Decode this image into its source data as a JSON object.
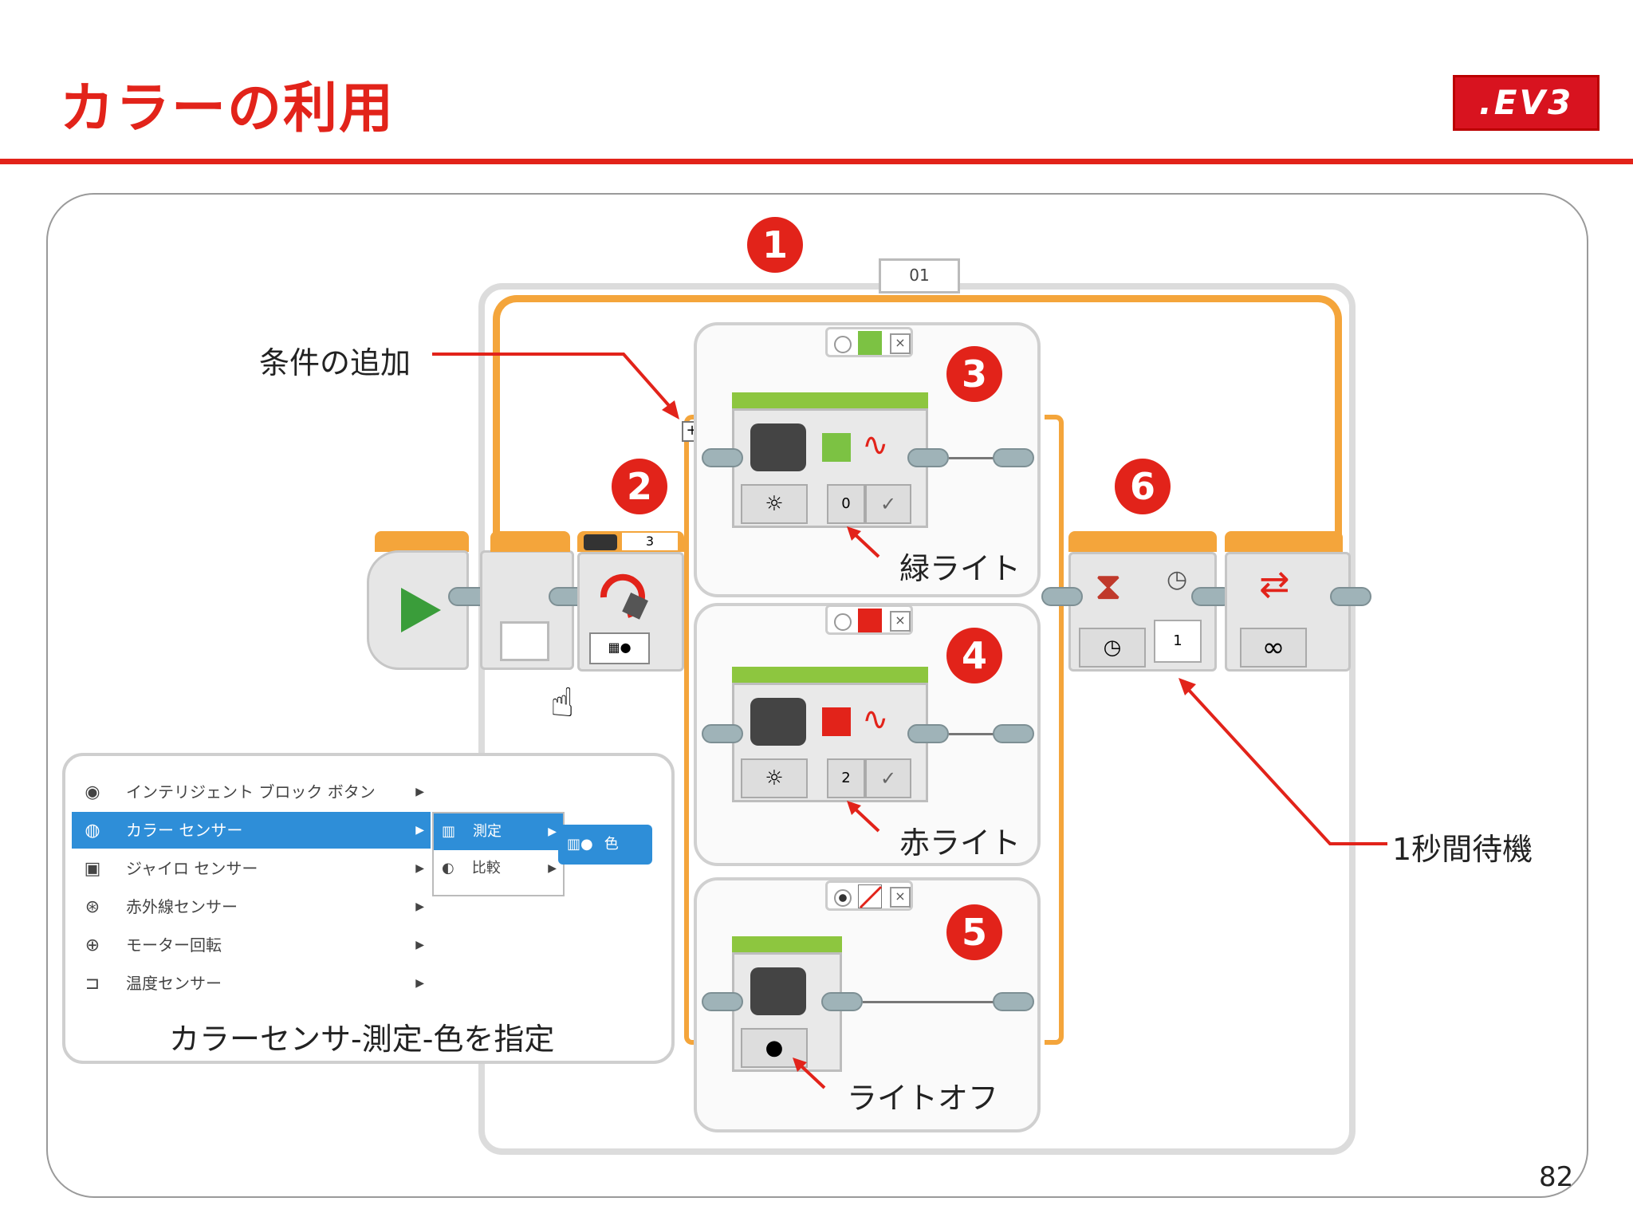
{
  "slide": {
    "title": "カラーの利用",
    "logo": ".EV3",
    "page_number": "82"
  },
  "loop": {
    "counter_label": "01"
  },
  "switch_block": {
    "port": "3"
  },
  "steps": [
    "1",
    "2",
    "3",
    "4",
    "5",
    "6"
  ],
  "cases": [
    {
      "indicator": "radio-empty",
      "swatch_color": "#7cc243",
      "light_color": "#7cc243",
      "port_value": "0",
      "note": "緑ライト"
    },
    {
      "indicator": "radio-empty",
      "swatch_color": "#e2231a",
      "light_color": "#e2231a",
      "port_value": "2",
      "note": "赤ライト"
    },
    {
      "indicator": "radio-selected",
      "swatch_color": "none",
      "note": "ライトオフ"
    }
  ],
  "wait_block": {
    "seconds": "1"
  },
  "annotations": {
    "add_condition": "条件の追加",
    "wait_one_second": "1秒間待機",
    "menu_caption": "カラーセンサ-測定-色を指定"
  },
  "menu": {
    "items": [
      {
        "label": "インテリジェント ブロック ボタン",
        "icon": "brick-button-icon",
        "selected": false
      },
      {
        "label": "カラー センサー",
        "icon": "color-sensor-icon",
        "selected": true
      },
      {
        "label": "ジャイロ センサー",
        "icon": "gyro-sensor-icon",
        "selected": false
      },
      {
        "label": "赤外線センサー",
        "icon": "infrared-sensor-icon",
        "selected": false
      },
      {
        "label": "モーター回転",
        "icon": "motor-rotation-icon",
        "selected": false
      },
      {
        "label": "温度センサー",
        "icon": "temperature-sensor-icon",
        "selected": false
      }
    ],
    "submenu": [
      {
        "label": "測定",
        "selected": true
      },
      {
        "label": "比較",
        "selected": false
      }
    ],
    "subsubmenu": [
      {
        "label": "色",
        "selected": true
      }
    ]
  },
  "colors": {
    "accent": "#e2231a",
    "loop_orange": "#f4a53b",
    "block_green": "#8dc63f",
    "menu_selected": "#2e8ed8"
  }
}
